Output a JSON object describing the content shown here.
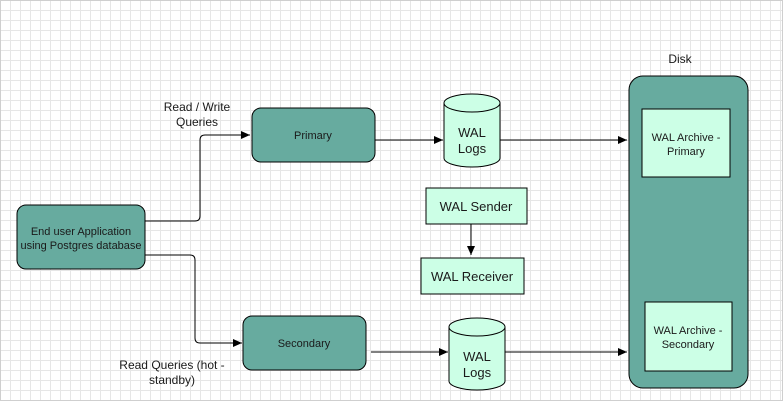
{
  "colors": {
    "node_fill": "#67AB9F",
    "node_stroke": "#000000",
    "box_fill": "#CCFFE6",
    "edge": "#000000"
  },
  "nodes": {
    "end_user": {
      "line1": "End user Application",
      "line2": "using Postgres database"
    },
    "primary": {
      "label": "Primary"
    },
    "secondary": {
      "label": "Secondary"
    },
    "wal_logs_primary": {
      "line1": "WAL",
      "line2": "Logs"
    },
    "wal_logs_secondary": {
      "line1": "WAL",
      "line2": "Logs"
    },
    "wal_sender": {
      "label": "WAL Sender"
    },
    "wal_receiver": {
      "label": "WAL Receiver"
    },
    "disk": {
      "label": "Disk"
    },
    "wal_archive_primary": {
      "line1": "WAL Archive -",
      "line2": "Primary"
    },
    "wal_archive_secondary": {
      "line1": "WAL Archive -",
      "line2": "Secondary"
    }
  },
  "edge_labels": {
    "read_write": {
      "line1": "Read / Write",
      "line2": "Queries"
    },
    "read_only": {
      "line1": "Read Queries (hot -",
      "line2": "standby)"
    }
  }
}
